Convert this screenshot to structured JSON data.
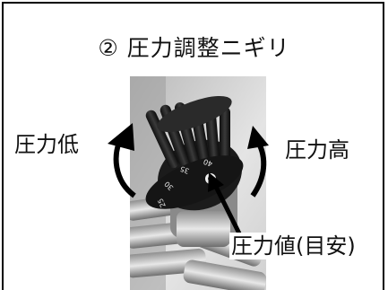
{
  "title": "② 圧力調整ニギリ",
  "labels": {
    "low": "圧力低",
    "high": "圧力高",
    "value": "圧力値(目安)"
  },
  "dial_markings": [
    "40",
    "35",
    "30",
    "25"
  ]
}
